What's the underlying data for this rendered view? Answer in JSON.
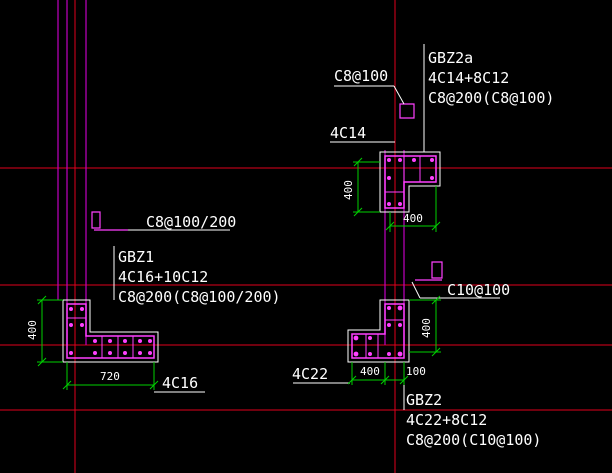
{
  "colors": {
    "background": "#000000",
    "axis_red": "#e0001b",
    "wall_magenta": "#c000c0",
    "rebar_pink": "#ff40ff",
    "dim_green": "#00d000",
    "text": "#ffffff",
    "outline_white": "#ffffff"
  },
  "labels": {
    "gbz2a_name": "GBZ2a",
    "gbz2a_main": "4C14+8C12",
    "gbz2a_stirrup": "C8@200(C8@100)",
    "gbz2a_callout": "C8@100",
    "gbz2a_bars": "4C14",
    "gbz2a_dim_v": "400",
    "gbz2a_dim_h": "400",
    "gbz1_callout": "C8@100/200",
    "gbz1_name": "GBZ1",
    "gbz1_main": "4C16+10C12",
    "gbz1_stirrup": "C8@200(C8@100/200)",
    "gbz1_dim_v": "400",
    "gbz1_dim_h": "720",
    "gbz1_bars": "4C16",
    "gbz2_callout": "C10@100",
    "gbz2_bars": "4C22",
    "gbz2_dim_v": "400",
    "gbz2_dim_h": "400",
    "gbz2_dim_h2": "100",
    "gbz2_name": "GBZ2",
    "gbz2_main": "4C22+8C12",
    "gbz2_stirrup": "C8@200(C10@100)"
  }
}
